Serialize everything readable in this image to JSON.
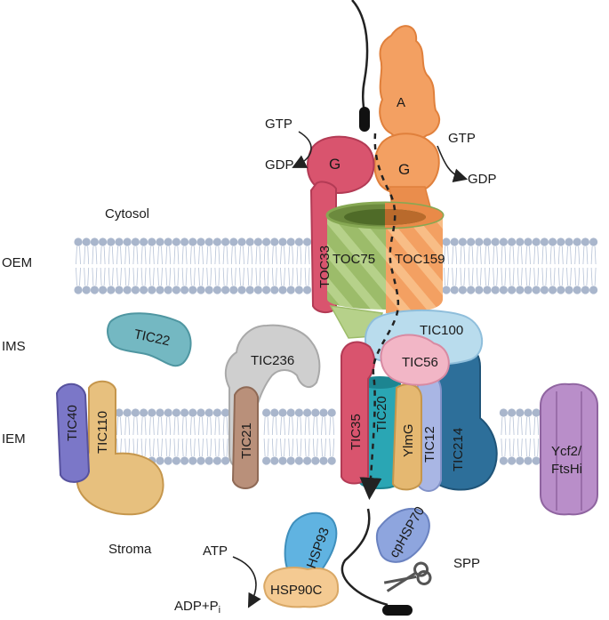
{
  "regions": {
    "cytosol": "Cytosol",
    "oem": "OEM",
    "ims": "IMS",
    "iem": "IEM",
    "stroma": "Stroma"
  },
  "toc": {
    "a_domain": "A",
    "g_domain_toc159": "G",
    "g_domain_toc33": "G",
    "toc75": "TOC75",
    "toc159": "TOC159",
    "toc33": "TOC33"
  },
  "tic": {
    "tic22": "TIC22",
    "tic236": "TIC236",
    "tic100": "TIC100",
    "tic56": "TIC56",
    "tic20": "TIC20",
    "tic35": "TIC35",
    "ylmg": "YlmG",
    "tic12": "TIC12",
    "tic214": "TIC214",
    "tic40": "TIC40",
    "tic110": "TIC110",
    "tic21": "TIC21",
    "ycf2_line1": "Ycf2/",
    "ycf2_line2": "FtsHi"
  },
  "stroma_proteins": {
    "hsp93": "HSP93",
    "hsp90c": "HSP90C",
    "cphsp70": "cpHSP70",
    "spp": "SPP"
  },
  "energy": {
    "gtp_left": "GTP",
    "gdp_left": "GDP",
    "gtp_right": "GTP",
    "gdp_right": "GDP",
    "atp": "ATP",
    "adp": "ADP+P",
    "adp_sub": "i"
  },
  "colors": {
    "membrane_head": "#a9b6cc",
    "toc159": "#f3a062",
    "toc75": "#9cbc6a",
    "toc33": "#d9546e",
    "tic22": "#74b8c2",
    "tic236": "#cfcfcf",
    "tic100": "#b9dced",
    "tic56": "#f2b6c6",
    "tic20": "#2aa6b4",
    "tic214": "#2d6f9a",
    "tic12": "#a9b6e4",
    "ylmg": "#e5b871",
    "tic40": "#7b77c8",
    "tic110": "#e7c07e",
    "tic21": "#b9907a",
    "ycf2": "#b98ec9",
    "hsp93": "#60b3e1",
    "hsp90c": "#f4ca92",
    "cphsp70": "#8ea5de"
  }
}
